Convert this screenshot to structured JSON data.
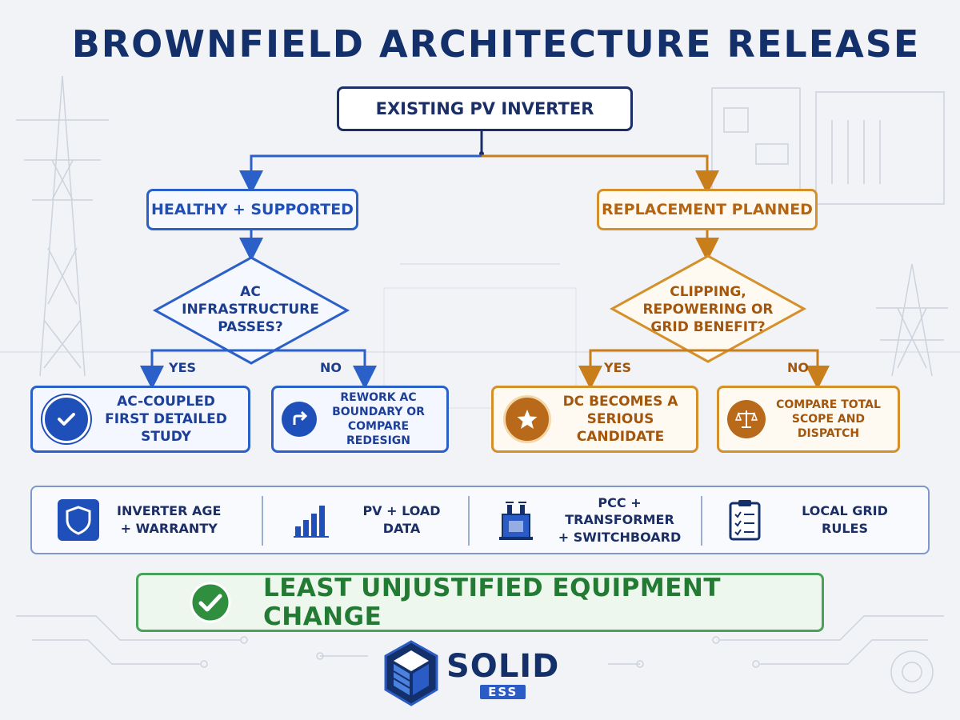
{
  "title": "BROWNFIELD ARCHITECTURE RELEASE",
  "root": "EXISTING PV INVERTER",
  "branches": {
    "left": {
      "label": "HEALTHY + SUPPORTED",
      "decision": [
        "AC",
        "INFRASTRUCTURE",
        "PASSES?"
      ],
      "yes_label": "YES",
      "no_label": "NO",
      "yes_outcome": [
        "AC-COUPLED",
        "FIRST DETAILED STUDY"
      ],
      "no_outcome": [
        "REWORK AC",
        "BOUNDARY OR",
        "COMPARE REDESIGN"
      ]
    },
    "right": {
      "label": "REPLACEMENT PLANNED",
      "decision": [
        "CLIPPING,",
        "REPOWERING OR",
        "GRID BENEFIT?"
      ],
      "yes_label": "YES",
      "no_label": "NO",
      "yes_outcome": [
        "DC BECOMES A",
        "SERIOUS CANDIDATE"
      ],
      "no_outcome": [
        "COMPARE TOTAL",
        "SCOPE AND DISPATCH"
      ]
    }
  },
  "inputs": [
    {
      "icon": "shield-icon",
      "lines": [
        "INVERTER AGE",
        "+ WARRANTY"
      ]
    },
    {
      "icon": "bar-chart-icon",
      "lines": [
        "PV + LOAD DATA"
      ]
    },
    {
      "icon": "transformer-icon",
      "lines": [
        "PCC + TRANSFORMER",
        "+ SWITCHBOARD"
      ]
    },
    {
      "icon": "clipboard-icon",
      "lines": [
        "LOCAL GRID RULES"
      ]
    }
  ],
  "result": "LEAST UNJUSTIFIED EQUIPMENT CHANGE",
  "logo": {
    "word": "SOLID",
    "sub": "ESS"
  },
  "colors": {
    "navy": "#1b2f66",
    "blue": "#2b60c9",
    "orange": "#d4902a",
    "green": "#4aa25a"
  }
}
